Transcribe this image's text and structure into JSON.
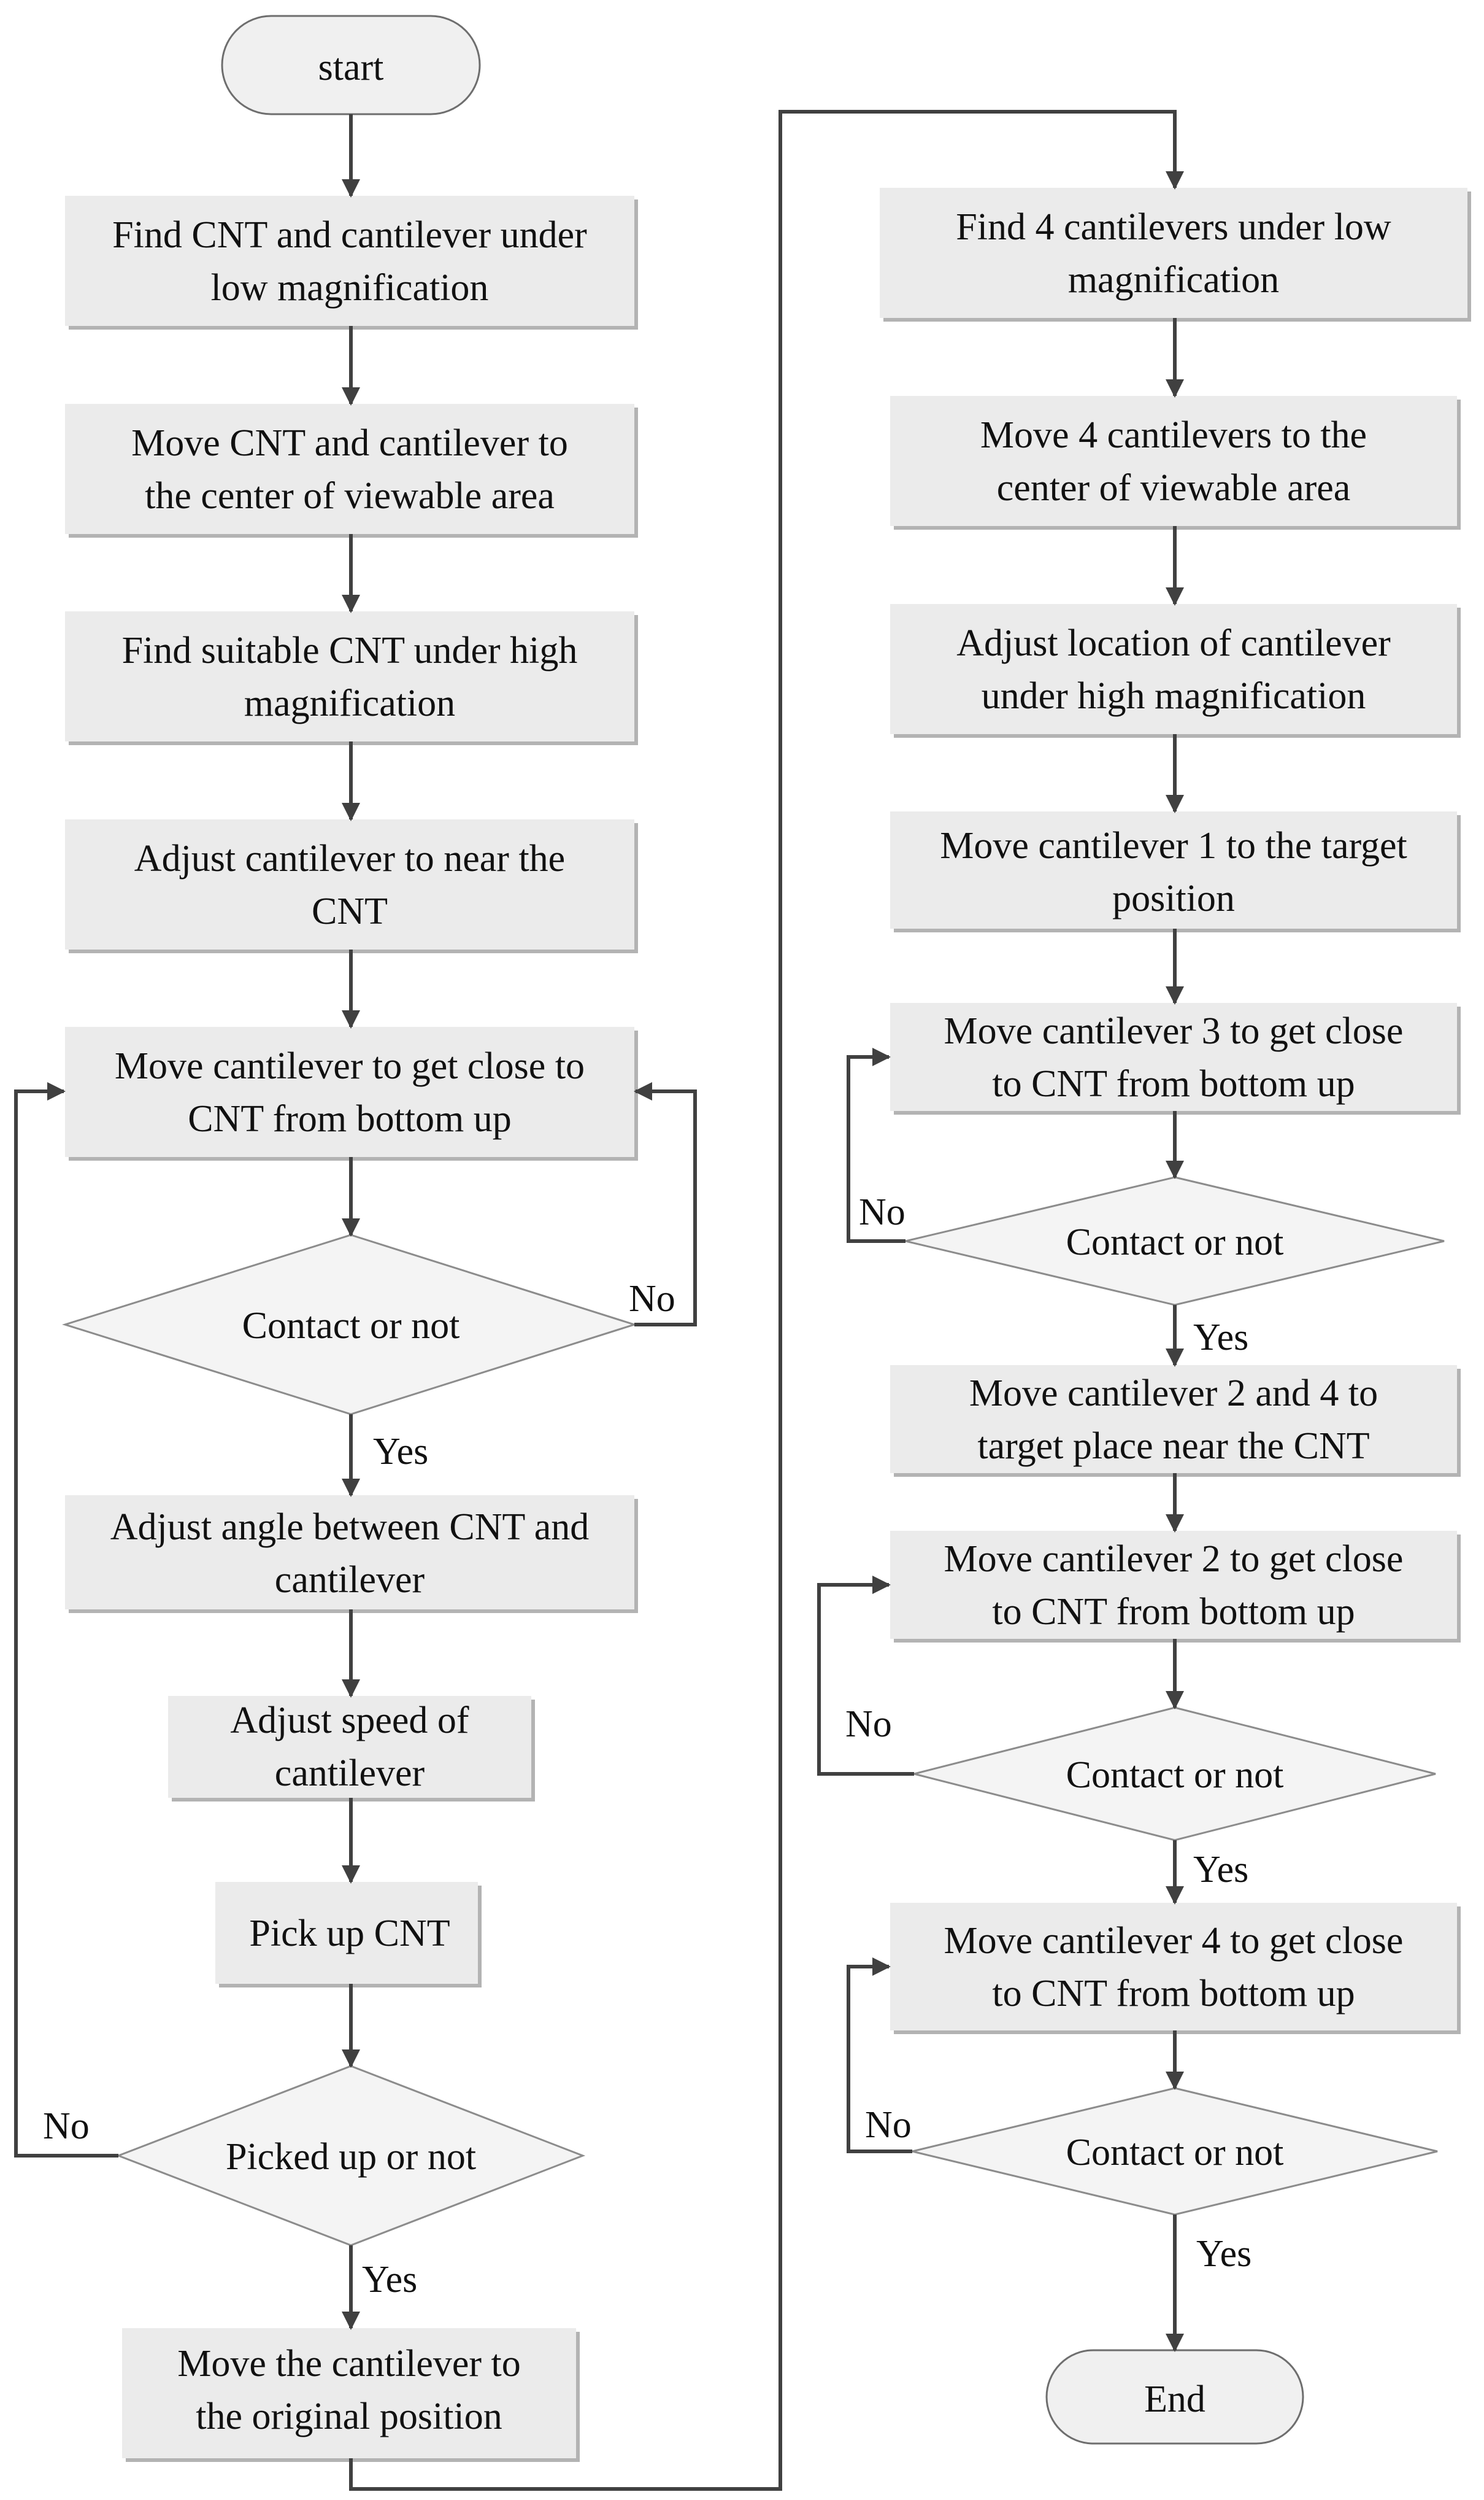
{
  "left_column": {
    "start": "start",
    "find_low": [
      "Find CNT and cantilever under",
      "low magnification"
    ],
    "move_center": [
      "Move CNT and cantilever to",
      "the center of viewable area"
    ],
    "find_high": [
      "Find suitable CNT under high",
      "magnification"
    ],
    "adjust_near": [
      "Adjust cantilever to near the",
      "CNT"
    ],
    "move_close": [
      "Move cantilever to get close to",
      "CNT from bottom up"
    ],
    "contact": "Contact or not",
    "contact_no": "No",
    "contact_yes": "Yes",
    "adjust_angle": [
      "Adjust angle between CNT and",
      "cantilever"
    ],
    "adjust_speed": [
      "Adjust speed of",
      "cantilever"
    ],
    "pick_up": "Pick up CNT",
    "picked": "Picked up or not",
    "picked_no": "No",
    "picked_yes": "Yes",
    "move_original": [
      "Move the cantilever to",
      "the original position"
    ]
  },
  "right_column": {
    "find4": [
      "Find 4 cantilevers under low",
      "magnification"
    ],
    "move4": [
      "Move 4 cantilevers to the",
      "center of viewable area"
    ],
    "adjust_loc": [
      "Adjust location of cantilever",
      "under high magnification"
    ],
    "move1": [
      "Move cantilever 1 to the target",
      "position"
    ],
    "move3": [
      "Move cantilever 3 to get close",
      "to CNT from bottom up"
    ],
    "contact3": "Contact or not",
    "contact3_no": "No",
    "contact3_yes": "Yes",
    "move24": [
      "Move cantilever 2 and 4 to",
      "target place near the CNT"
    ],
    "move2": [
      "Move cantilever 2 to get close",
      "to CNT from bottom up"
    ],
    "contact2": "Contact or not",
    "contact2_no": "No",
    "contact2_yes": "Yes",
    "move4b": [
      "Move cantilever 4  to get close",
      "to CNT from bottom up"
    ],
    "contact4": "Contact or not",
    "contact4_no": "No",
    "contact4_yes": "Yes",
    "end": "End"
  }
}
